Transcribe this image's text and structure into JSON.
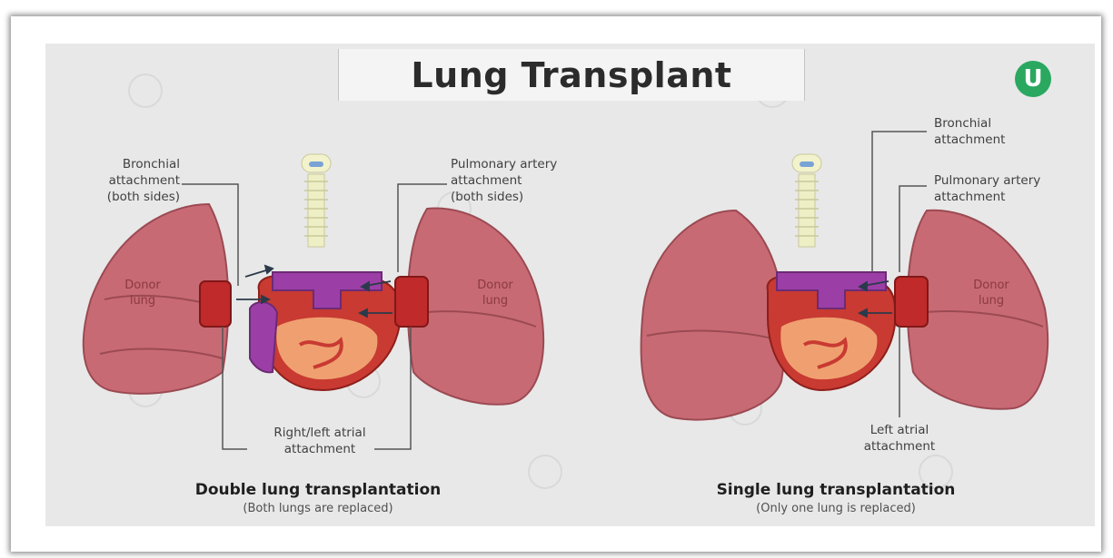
{
  "title": "Lung Transplant",
  "logo_icon": "u-logo-icon",
  "double": {
    "bronchial_label": [
      "Bronchial",
      "attachment",
      "(both sides)"
    ],
    "pulmonary_label": [
      "Pulmonary artery",
      "attachment",
      "(both sides)"
    ],
    "left_lung_label": [
      "Donor",
      "lung"
    ],
    "right_lung_label": [
      "Donor",
      "lung"
    ],
    "atrial_label": [
      "Right/left atrial",
      "attachment"
    ],
    "caption_title": "Double lung transplantation",
    "caption_sub": "(Both lungs are replaced)"
  },
  "single": {
    "bronchial_label": [
      "Bronchial",
      "attachment"
    ],
    "pulmonary_label": [
      "Pulmonary artery",
      "attachment"
    ],
    "lung_label": [
      "Donor",
      "lung"
    ],
    "atrial_label": [
      "Left atrial",
      "attachment"
    ],
    "caption_title": "Single lung transplantation",
    "caption_sub": "(Only one lung is replaced)"
  },
  "colors": {
    "lung": "#c86a74",
    "lung_dark": "#a24e58",
    "heart": "#c83a32",
    "heart_light": "#f0a070",
    "vessel_purple": "#9b3fa6",
    "trachea": "#f2f2cc"
  }
}
